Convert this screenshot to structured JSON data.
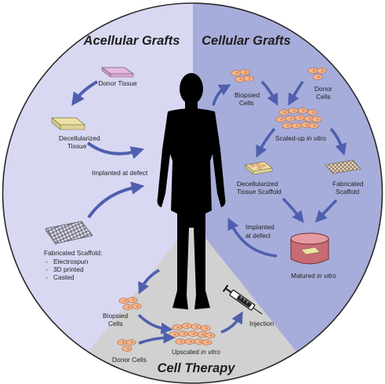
{
  "colors": {
    "acellular_sector": "#d9d8f3",
    "cellular_sector": "#a7adda",
    "therapy_sector": "#d1d1d1",
    "arrow": "#4e5fae",
    "figure": "#000000"
  },
  "headers": {
    "acellular": "Acellular Grafts",
    "cellular": "Cellular Grafts",
    "therapy": "Cell Therapy"
  },
  "acellular": {
    "donor_tissue": "Donor Tissue",
    "decell_line1": "Decellularized",
    "decell_line2": "Tissue",
    "implanted": "Implanted at defect",
    "fab_title": "Fabricated Scaffold:",
    "fab_items": [
      "Electrospun",
      "3D printed",
      "Casted"
    ]
  },
  "cellular": {
    "biopsied_line1": "Biopsied",
    "biopsied_line2": "Cells",
    "donor_line1": "Donor",
    "donor_line2": "Cells",
    "scaled_prefix": "Scaled-up ",
    "scaled_italic": "in vitro",
    "decell_line1": "Decellularized",
    "decell_line2": "Tissue Scaffold",
    "fab_line1": "Fabricated",
    "fab_line2": "Scaffold",
    "implanted_line1": "Implanted",
    "implanted_line2": "at defect",
    "matured_prefix": "Matured ",
    "matured_italic": "in vitro"
  },
  "therapy": {
    "biopsied_line1": "Biopsied",
    "biopsied_line2": "Cells",
    "donor_cells": "Donor Cells",
    "upscaled_prefix": "Upscaled ",
    "upscaled_italic": "in vitro",
    "injection": "Injection"
  },
  "icons": [
    "donor-tissue-icon",
    "decellularized-tissue-icon",
    "fabricated-scaffold-mesh-icon",
    "cell-cluster-icon",
    "bioreactor-dish-icon",
    "syringe-icon",
    "human-silhouette-icon"
  ]
}
